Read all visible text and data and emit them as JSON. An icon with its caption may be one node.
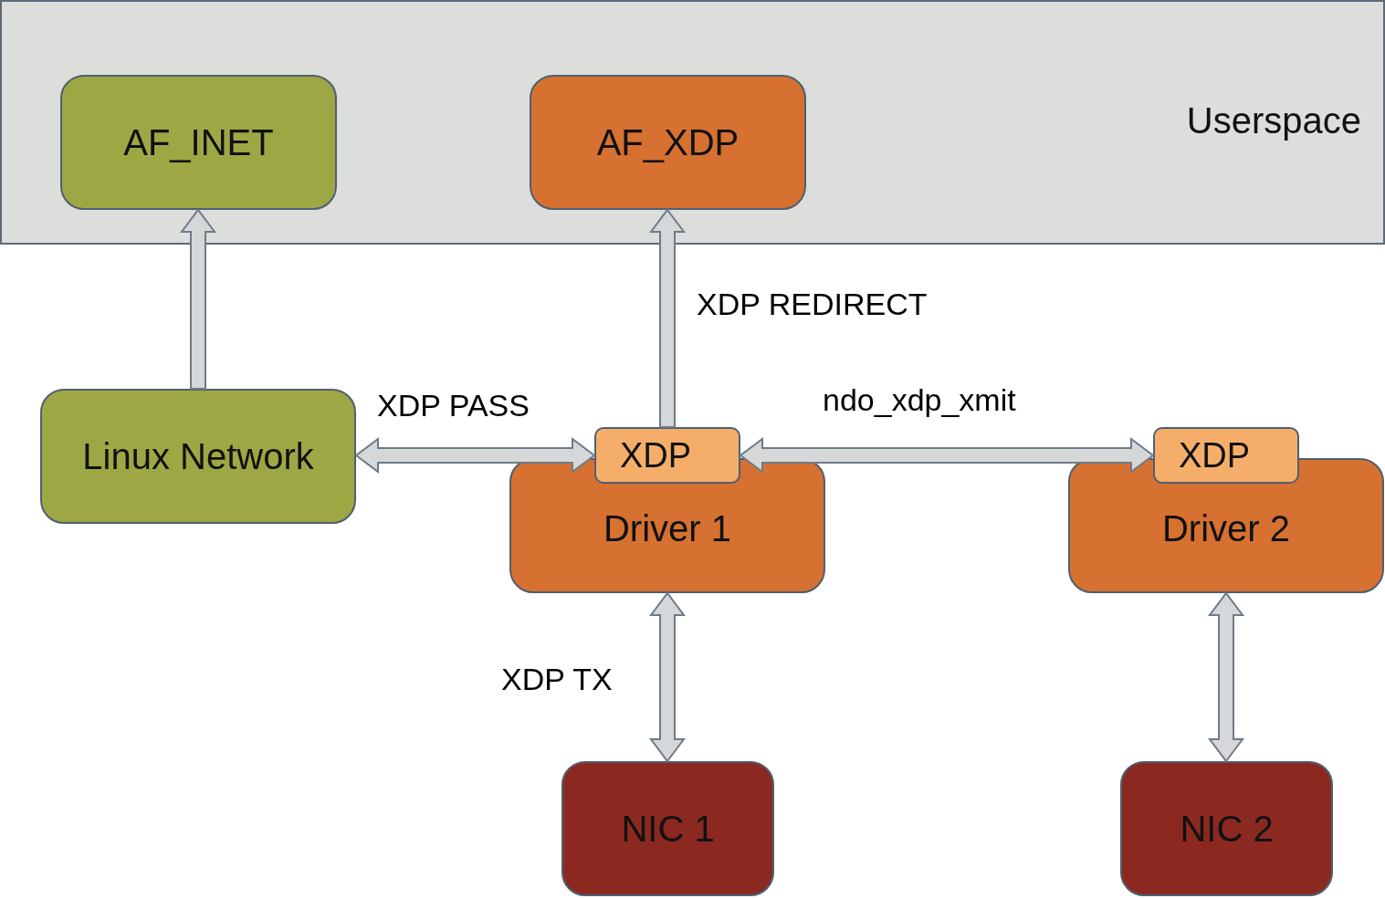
{
  "diagram": {
    "nodes": [
      {
        "text": [
          "Userspace"
        ]
      },
      {
        "text": [
          "AF_INET"
        ],
        "in": 0
      },
      {
        "text": [
          "AF_XDP"
        ],
        "in": 0
      },
      {
        "text": [
          "Linux Network"
        ]
      },
      {
        "text": [
          "Driver 1"
        ]
      },
      {
        "text": [
          "XDP"
        ]
      },
      {
        "text": [
          "Driver 2"
        ]
      },
      {
        "text": [
          "XDP"
        ]
      },
      {
        "text": [
          "NIC 1"
        ]
      },
      {
        "text": [
          "NIC 2"
        ]
      }
    ],
    "edges": [
      {
        "from": 3,
        "to": 1,
        "arrow": "to"
      },
      {
        "from": 5,
        "to": 2,
        "arrow": "to",
        "label": "XDP REDIRECT"
      },
      {
        "from": 3,
        "to": 5,
        "arrow": "both",
        "label": "XDP PASS"
      },
      {
        "from": 5,
        "to": 7,
        "arrow": "both",
        "label": "ndo_xdp_xmit"
      },
      {
        "from": 8,
        "to": 4,
        "arrow": "both",
        "label": "XDP TX"
      },
      {
        "from": 9,
        "to": 6,
        "arrow": "both"
      }
    ]
  }
}
